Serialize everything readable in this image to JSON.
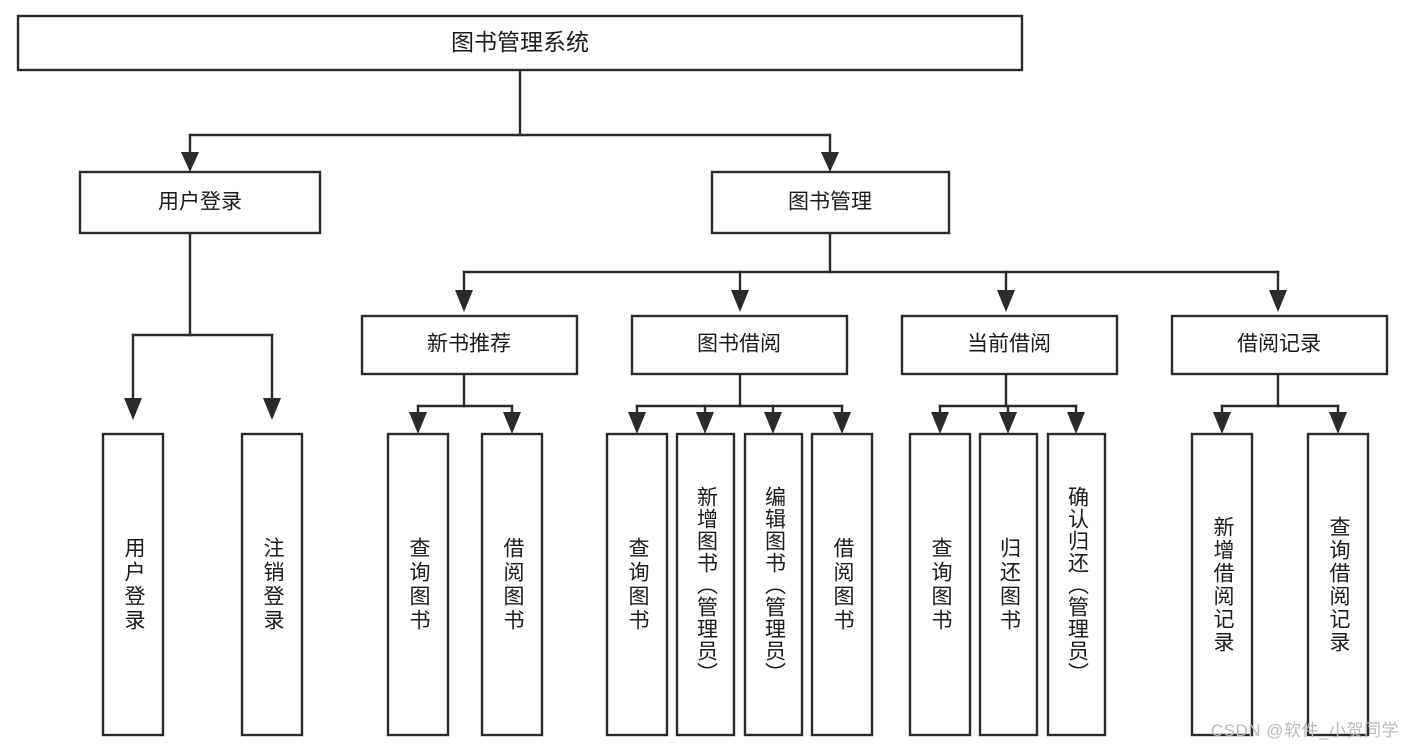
{
  "diagram": {
    "title": "图书管理系统",
    "type": "tree-hierarchy",
    "background": "#ffffff",
    "line_color": "#2b2b2b",
    "box_fill": "#ffffff",
    "root": {
      "label": "图书管理系统"
    },
    "level2": [
      {
        "label": "用户登录"
      },
      {
        "label": "图书管理"
      }
    ],
    "level3": [
      {
        "label": "新书推荐"
      },
      {
        "label": "图书借阅"
      },
      {
        "label": "当前借阅"
      },
      {
        "label": "借阅记录"
      }
    ],
    "leaves": {
      "user_login": [
        {
          "label": "用户登录"
        },
        {
          "label": "注销登录"
        }
      ],
      "new_book_recommend": [
        {
          "label": "查询图书"
        },
        {
          "label": "借阅图书"
        }
      ],
      "book_borrow": [
        {
          "label": "查询图书"
        },
        {
          "label": "新增图书（管理员）"
        },
        {
          "label": "编辑图书（管理员）"
        },
        {
          "label": "借阅图书"
        }
      ],
      "current_borrow": [
        {
          "label": "查询图书"
        },
        {
          "label": "归还图书"
        },
        {
          "label": "确认归还（管理员）"
        }
      ],
      "borrow_record": [
        {
          "label": "新增借阅记录"
        },
        {
          "label": "查询借阅记录"
        }
      ]
    }
  },
  "watermark": {
    "text": "CSDN @软件_小贺同学"
  }
}
